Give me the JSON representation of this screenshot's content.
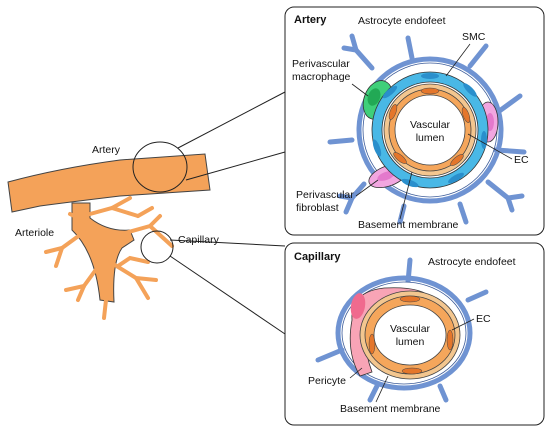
{
  "colors": {
    "vessel": "#f4a259",
    "vessel_stroke": "#444444",
    "astrocyte": "#6f93d2",
    "smc": "#49b8e6",
    "ec": "#f5a65b",
    "ec_nucleus": "#e4762b",
    "basement": "#f3c68f",
    "macrophage": "#3fcf7a",
    "fibroblast": "#f2a6e0",
    "pericyte": "#f06a8e",
    "pericyte_light": "#f8a4b6"
  },
  "left": {
    "artery_label": "Artery",
    "arteriole_label": "Arteriole",
    "capillary_label": "Capillary"
  },
  "artery_panel": {
    "title": "Artery",
    "astrocyte_label": "Astrocyte endofeet",
    "smc_label": "SMC",
    "macrophage_label_1": "Perivascular",
    "macrophage_label_2": "macrophage",
    "lumen_label_1": "Vascular",
    "lumen_label_2": "lumen",
    "ec_label": "EC",
    "fibroblast_label_1": "Perivascular",
    "fibroblast_label_2": "fibroblast",
    "basement_label": "Basement membrane"
  },
  "capillary_panel": {
    "title": "Capillary",
    "astrocyte_label": "Astrocyte endofeet",
    "lumen_label_1": "Vascular",
    "lumen_label_2": "lumen",
    "ec_label": "EC",
    "pericyte_label": "Pericyte",
    "basement_label": "Basement membrane"
  }
}
